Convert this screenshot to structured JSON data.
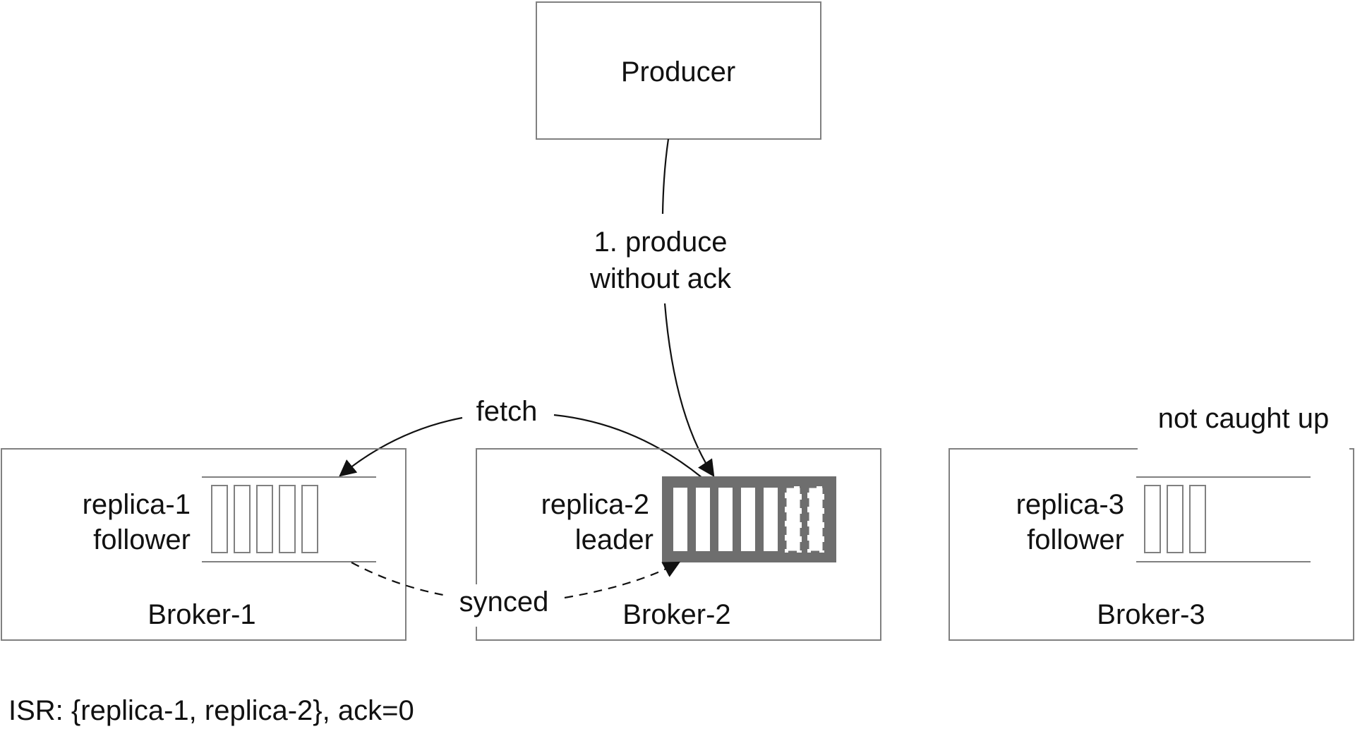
{
  "producer": {
    "label": "Producer"
  },
  "produce_edge": {
    "label_line1": "1. produce",
    "label_line2": "without ack"
  },
  "fetch_edge": {
    "label": "fetch"
  },
  "synced_edge": {
    "label": "synced"
  },
  "brokers": [
    {
      "label": "Broker-1",
      "replica_line1": "replica-1",
      "replica_line2": "follower",
      "log_entries": 5
    },
    {
      "label": "Broker-2",
      "replica_line1": "replica-2",
      "replica_line2": "leader",
      "log_entries": 5,
      "pending_entries": 2
    },
    {
      "label": "Broker-3",
      "replica_line1": "replica-3",
      "replica_line2": "follower",
      "log_entries": 3,
      "status": "not caught up"
    }
  ],
  "footer": {
    "isr": "ISR: {replica-1, replica-2}, ack=0"
  },
  "colors": {
    "border": "#808080",
    "leader_log": "#6e6e6e",
    "text": "#111111"
  }
}
